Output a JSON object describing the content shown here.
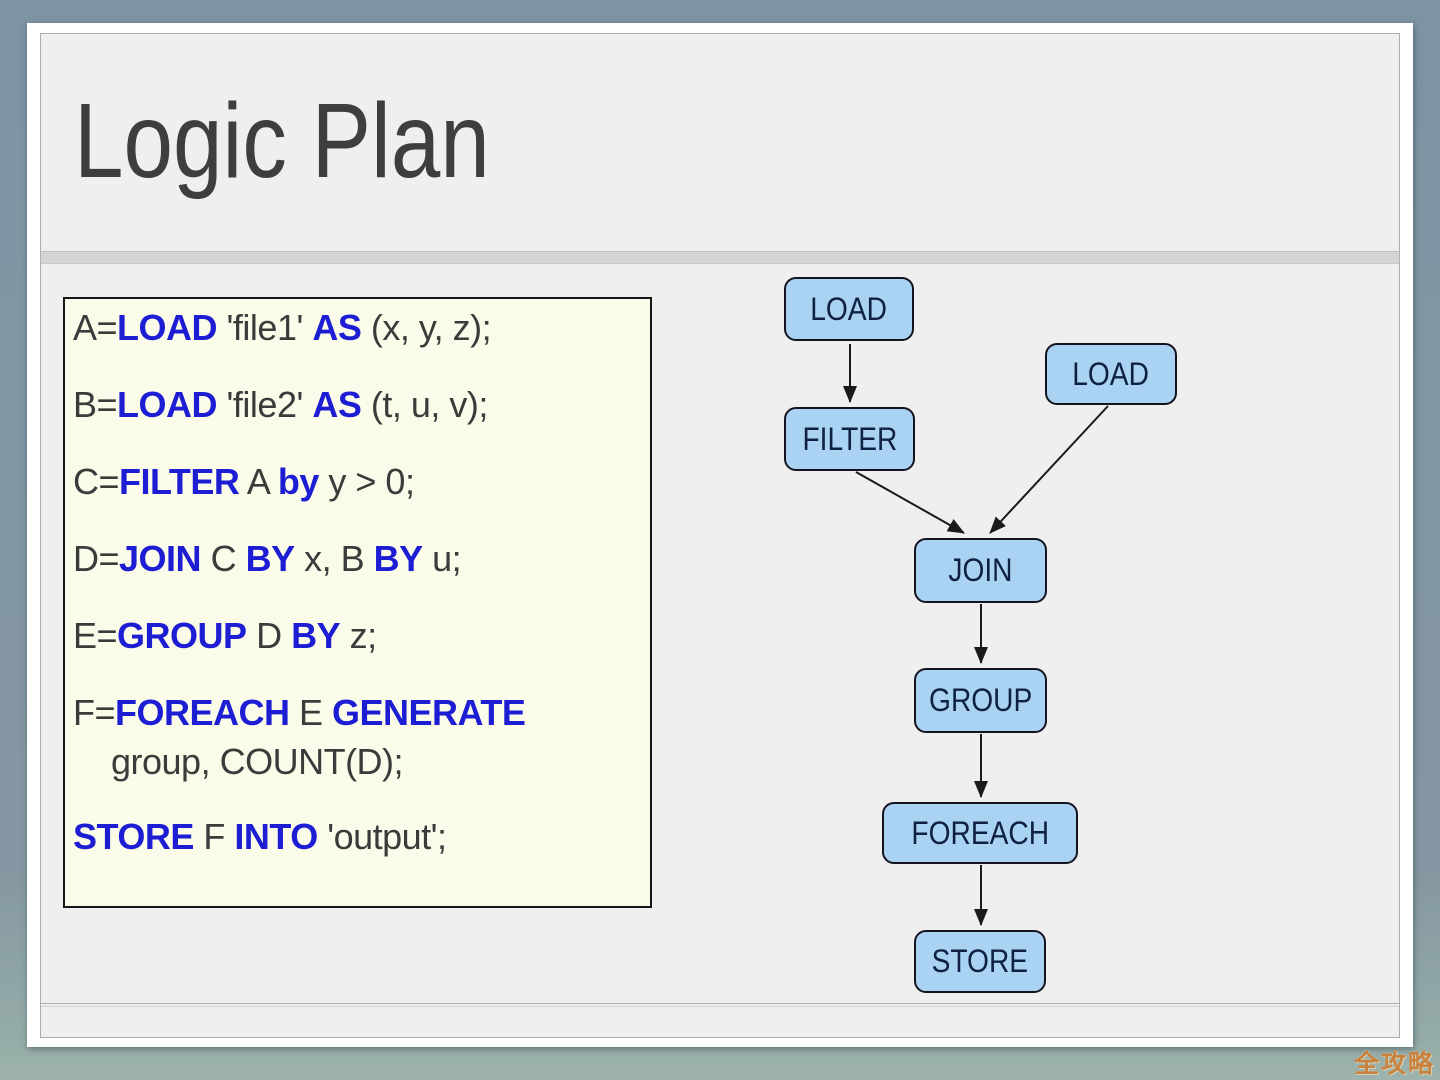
{
  "title": "Logic Plan",
  "watermark": "全攻略",
  "colors": {
    "page_background": "#8497a2",
    "slide_background": "#efefef",
    "code_box_background": "#fbfbe9",
    "code_keyword_blue": "#1d1dd3",
    "code_plain_text": "#3b3b3b",
    "node_fill": "#a9d2f3",
    "node_border": "#14141f",
    "node_text": "#0f2142",
    "title_color": "#3e3e3e",
    "watermark_color": "#c8823d"
  },
  "code": {
    "lines": [
      {
        "segments": [
          {
            "t": "A="
          },
          {
            "t": "LOAD"
          },
          {
            "t": " 'file1' "
          },
          {
            "t": "AS"
          },
          {
            "t": " (x, y, z);"
          }
        ]
      },
      {
        "segments": [
          {
            "t": "B="
          },
          {
            "t": "LOAD"
          },
          {
            "t": " 'file2' "
          },
          {
            "t": "AS"
          },
          {
            "t": " (t, u, v);"
          }
        ]
      },
      {
        "segments": [
          {
            "t": "C="
          },
          {
            "t": "FILTER"
          },
          {
            "t": " A "
          },
          {
            "t": "by"
          },
          {
            "t": " y > 0;"
          }
        ]
      },
      {
        "segments": [
          {
            "t": "D="
          },
          {
            "t": "JOIN"
          },
          {
            "t": " C "
          },
          {
            "t": "BY"
          },
          {
            "t": " x, B "
          },
          {
            "t": "BY"
          },
          {
            "t": " u;"
          }
        ]
      },
      {
        "segments": [
          {
            "t": "E="
          },
          {
            "t": "GROUP"
          },
          {
            "t": " D "
          },
          {
            "t": "BY"
          },
          {
            "t": " z;"
          }
        ]
      },
      {
        "segments": [
          {
            "t": "F="
          },
          {
            "t": "FOREACH"
          },
          {
            "t": " E "
          },
          {
            "t": "GENERATE"
          }
        ]
      },
      {
        "segments": [
          {
            "t": "    group, COUNT(D);"
          }
        ]
      },
      {
        "segments": [
          {
            "t": "STORE"
          },
          {
            "t": " F "
          },
          {
            "t": "INTO"
          },
          {
            "t": " 'output';"
          }
        ]
      }
    ]
  },
  "diagram": {
    "nodes": [
      {
        "id": "load1",
        "label": "LOAD"
      },
      {
        "id": "load2",
        "label": "LOAD"
      },
      {
        "id": "filter",
        "label": "FILTER"
      },
      {
        "id": "join",
        "label": "JOIN"
      },
      {
        "id": "group",
        "label": "GROUP"
      },
      {
        "id": "foreach",
        "label": "FOREACH"
      },
      {
        "id": "store",
        "label": "STORE"
      }
    ],
    "edges": [
      {
        "from": "load1",
        "to": "filter"
      },
      {
        "from": "filter",
        "to": "join"
      },
      {
        "from": "load2",
        "to": "join"
      },
      {
        "from": "join",
        "to": "group"
      },
      {
        "from": "group",
        "to": "foreach"
      },
      {
        "from": "foreach",
        "to": "store"
      }
    ]
  }
}
